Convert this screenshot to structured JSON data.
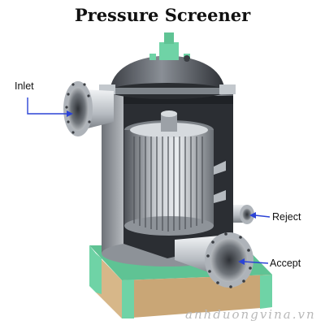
{
  "title": "Pressure Screener",
  "labels": {
    "inlet": "Inlet",
    "reject": "Reject",
    "accept": "Accept"
  },
  "watermark": "anhduongvina.vn",
  "colors": {
    "arrow": "#2b43d6",
    "frame": "#6fd3a6",
    "base": "#d7b789",
    "steel_dark": "#3a3d42",
    "steel_light": "#cfd3d8"
  }
}
